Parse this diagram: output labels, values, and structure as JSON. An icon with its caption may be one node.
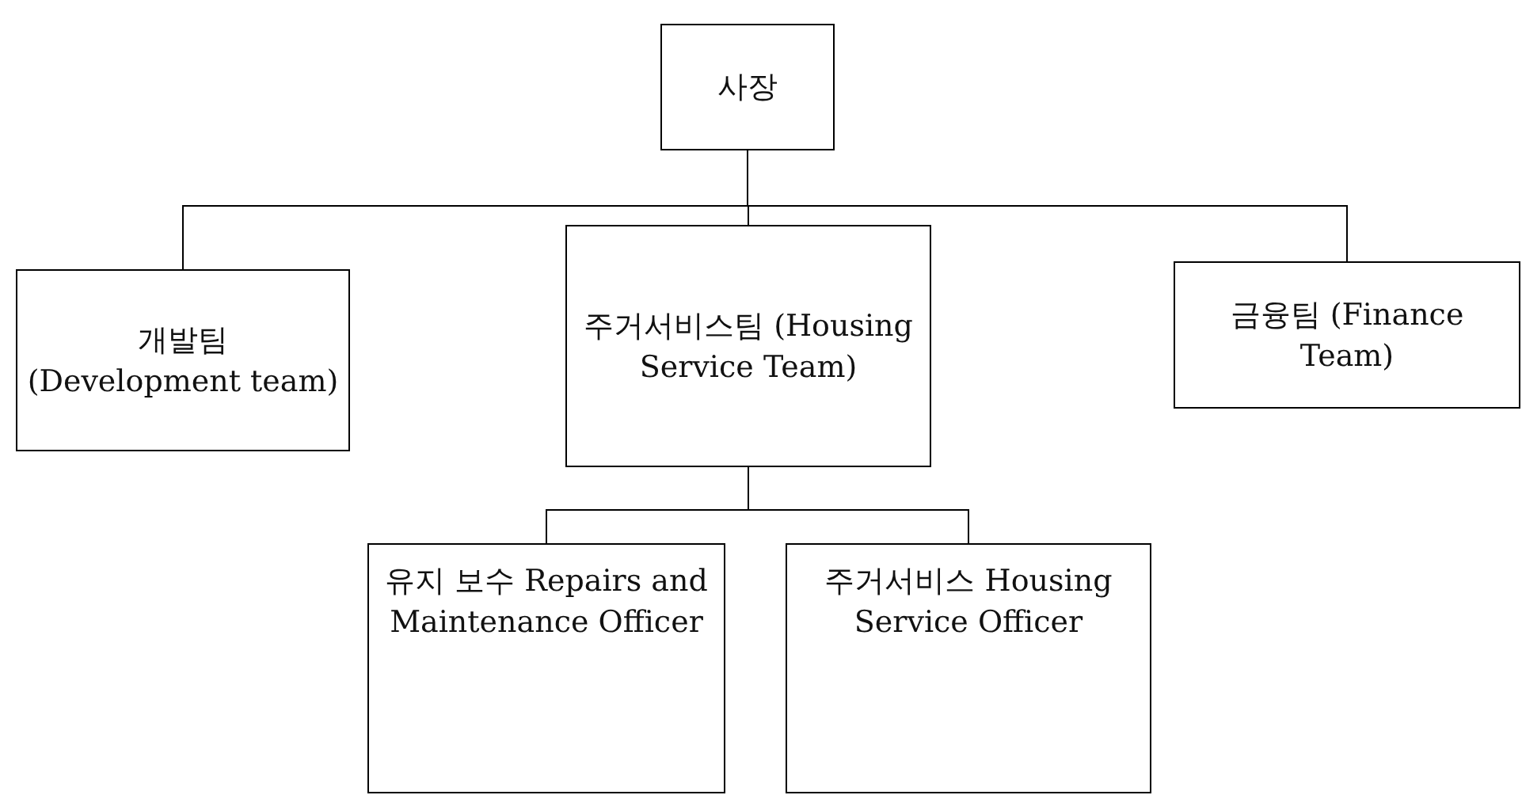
{
  "diagram": {
    "nodes": [
      {
        "text": [
          "사장"
        ]
      },
      {
        "text": [
          "개발팀 (Development team)"
        ]
      },
      {
        "text": [
          "주거서비스팀 (Housing Service Team)"
        ]
      },
      {
        "text": [
          "금융팀 (Finance Team)"
        ]
      },
      {
        "text": [
          "유지 보수 Repairs and Maintenance Officer"
        ]
      },
      {
        "text": [
          "주거서비스 Housing Service Officer"
        ]
      }
    ],
    "edges": [
      {
        "from": 0,
        "to": 1,
        "arrow": "none"
      },
      {
        "from": 0,
        "to": 2,
        "arrow": "none"
      },
      {
        "from": 0,
        "to": 3,
        "arrow": "none"
      },
      {
        "from": 2,
        "to": 4,
        "arrow": "none"
      },
      {
        "from": 2,
        "to": 5,
        "arrow": "none"
      }
    ]
  }
}
